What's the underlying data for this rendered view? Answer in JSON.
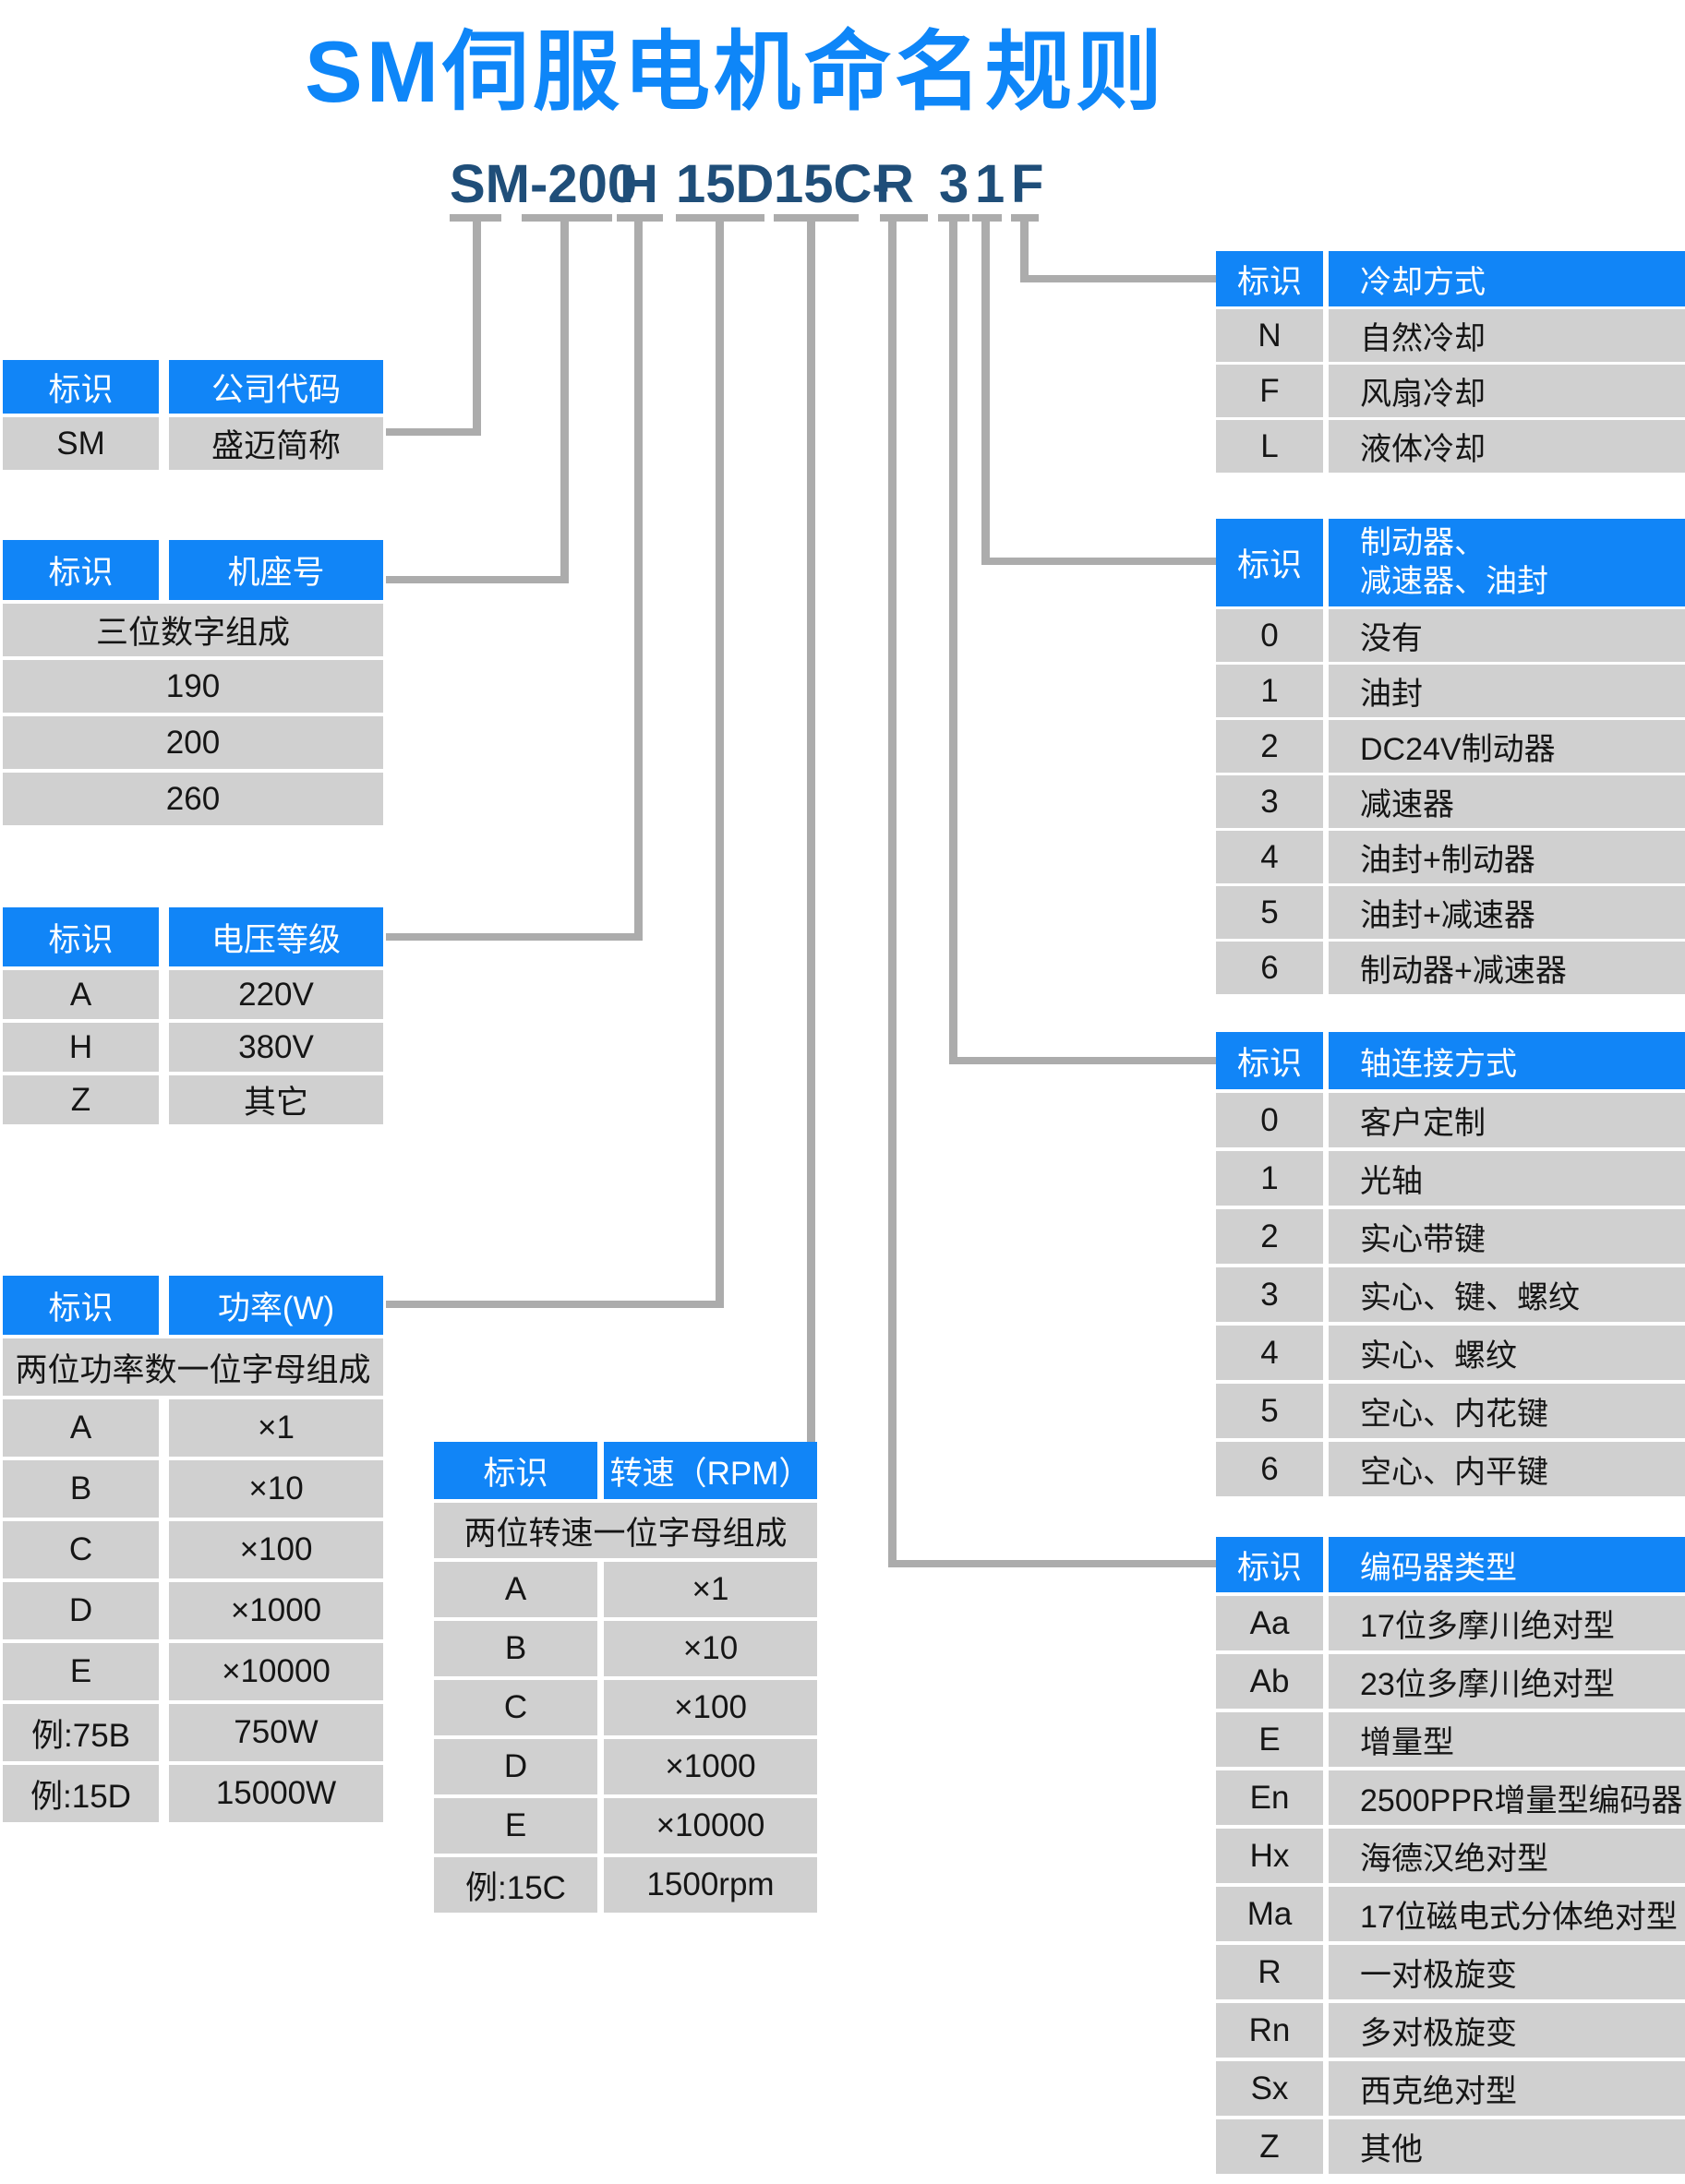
{
  "title": "SM伺服电机命名规则",
  "model_code": {
    "full": "SM-200 H 15D 15C- R 3 1 F",
    "segments": [
      "SM-200",
      "H",
      "15D",
      "15C-",
      "R",
      "3",
      "1",
      "F"
    ]
  },
  "tables": {
    "company": {
      "headers": [
        "标识",
        "公司代码"
      ],
      "rows": [
        [
          "SM",
          "盛迈简称"
        ]
      ]
    },
    "frame": {
      "headers": [
        "标识",
        "机座号"
      ],
      "rows": [
        [
          "三位数字组成"
        ],
        [
          "190"
        ],
        [
          "200"
        ],
        [
          "260"
        ]
      ]
    },
    "voltage": {
      "headers": [
        "标识",
        "电压等级"
      ],
      "rows": [
        [
          "A",
          "220V"
        ],
        [
          "H",
          "380V"
        ],
        [
          "Z",
          "其它"
        ]
      ]
    },
    "power": {
      "headers": [
        "标识",
        "功率(W)"
      ],
      "rows": [
        [
          "两位功率数一位字母组成"
        ],
        [
          "A",
          "×1"
        ],
        [
          "B",
          "×10"
        ],
        [
          "C",
          "×100"
        ],
        [
          "D",
          "×1000"
        ],
        [
          "E",
          "×10000"
        ],
        [
          "例:75B",
          "750W"
        ],
        [
          "例:15D",
          "15000W"
        ]
      ]
    },
    "speed": {
      "headers": [
        "标识",
        "转速（RPM）"
      ],
      "rows": [
        [
          "两位转速一位字母组成"
        ],
        [
          "A",
          "×1"
        ],
        [
          "B",
          "×10"
        ],
        [
          "C",
          "×100"
        ],
        [
          "D",
          "×1000"
        ],
        [
          "E",
          "×10000"
        ],
        [
          "例:15C",
          "1500rpm"
        ]
      ]
    },
    "cooling": {
      "headers": [
        "标识",
        "冷却方式"
      ],
      "rows": [
        [
          "N",
          "自然冷却"
        ],
        [
          "F",
          "风扇冷却"
        ],
        [
          "L",
          "液体冷却"
        ]
      ]
    },
    "brake": {
      "headers": [
        "标识",
        "制动器、\n减速器、油封"
      ],
      "rows": [
        [
          "0",
          "没有"
        ],
        [
          "1",
          "油封"
        ],
        [
          "2",
          "DC24V制动器"
        ],
        [
          "3",
          "减速器"
        ],
        [
          "4",
          "油封+制动器"
        ],
        [
          "5",
          "油封+减速器"
        ],
        [
          "6",
          "制动器+减速器"
        ]
      ]
    },
    "shaft": {
      "headers": [
        "标识",
        "轴连接方式"
      ],
      "rows": [
        [
          "0",
          "客户定制"
        ],
        [
          "1",
          "光轴"
        ],
        [
          "2",
          "实心带键"
        ],
        [
          "3",
          "实心、键、螺纹"
        ],
        [
          "4",
          "实心、螺纹"
        ],
        [
          "5",
          "空心、内花键"
        ],
        [
          "6",
          "空心、内平键"
        ]
      ]
    },
    "encoder": {
      "headers": [
        "标识",
        "编码器类型"
      ],
      "rows": [
        [
          "Aa",
          "17位多摩川绝对型"
        ],
        [
          "Ab",
          "23位多摩川绝对型"
        ],
        [
          "E",
          "增量型"
        ],
        [
          "En",
          "2500PPR增量型编码器"
        ],
        [
          "Hx",
          "海德汉绝对型"
        ],
        [
          "Ma",
          "17位磁电式分体绝对型"
        ],
        [
          "R",
          "一对极旋变"
        ],
        [
          "Rn",
          "多对极旋变"
        ],
        [
          "Sx",
          "西克绝对型"
        ],
        [
          "Z",
          "其他"
        ]
      ]
    }
  },
  "colors": {
    "title_blue": "#0e86f8",
    "header_blue": "#1185f7",
    "row_gray": "#d0d0d0",
    "code_navy": "#1f4e79",
    "connector_gray": "#acacac"
  }
}
